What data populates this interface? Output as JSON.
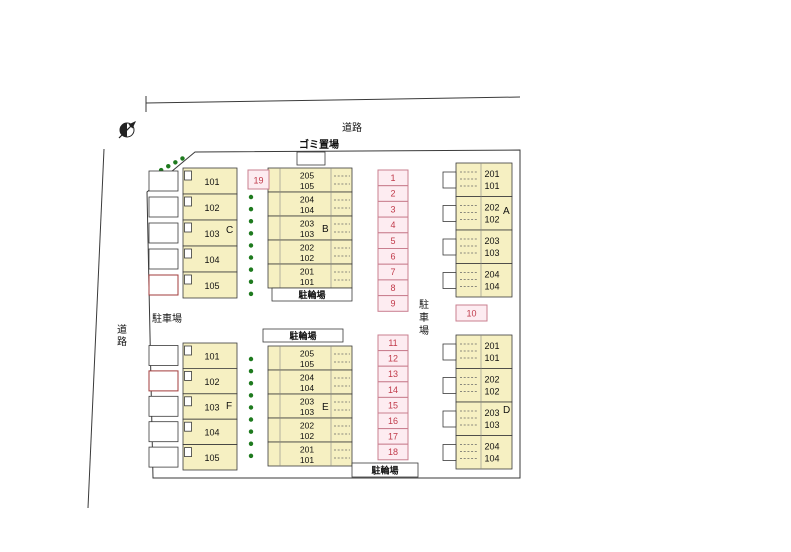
{
  "labels": {
    "road_top": "道路",
    "road_left": "道路",
    "garbage": "ゴミ置場",
    "parking_left": "駐車場",
    "parking_right": "駐車場",
    "bike_b": "駐輪場",
    "bike_e": "駐輪場",
    "bike_bottom": "駐輪場"
  },
  "buildings": {
    "A": {
      "letter": "A",
      "cells": [
        [
          "201",
          "101"
        ],
        [
          "202",
          "102"
        ],
        [
          "203",
          "103"
        ],
        [
          "204",
          "104"
        ]
      ]
    },
    "B": {
      "letter": "B",
      "cells": [
        [
          "205",
          "105"
        ],
        [
          "204",
          "104"
        ],
        [
          "203",
          "103"
        ],
        [
          "202",
          "102"
        ],
        [
          "201",
          "101"
        ]
      ]
    },
    "C": {
      "letter": "C",
      "units": [
        "101",
        "102",
        "103",
        "104",
        "105"
      ]
    },
    "D": {
      "letter": "D",
      "cells": [
        [
          "201",
          "101"
        ],
        [
          "202",
          "102"
        ],
        [
          "203",
          "103"
        ],
        [
          "204",
          "104"
        ]
      ]
    },
    "E": {
      "letter": "E",
      "cells": [
        [
          "205",
          "105"
        ],
        [
          "204",
          "104"
        ],
        [
          "203",
          "103"
        ],
        [
          "202",
          "102"
        ],
        [
          "201",
          "101"
        ]
      ]
    },
    "F": {
      "letter": "F",
      "units": [
        "101",
        "102",
        "103",
        "104",
        "105"
      ]
    }
  },
  "parking": {
    "space19": "19",
    "space10": "10",
    "top": [
      "1",
      "2",
      "3",
      "4",
      "5",
      "6",
      "7",
      "8",
      "9"
    ],
    "bottom": [
      "11",
      "12",
      "13",
      "14",
      "15",
      "16",
      "17",
      "18"
    ]
  },
  "colors": {
    "unit_fill": "#f6f0c2",
    "parking_fill": "#fdecf1",
    "parking_stroke": "#c97f8f",
    "parking_text": "#c03a4a",
    "tree_green": "#1e7a1e",
    "line": "#3a3a3a"
  }
}
